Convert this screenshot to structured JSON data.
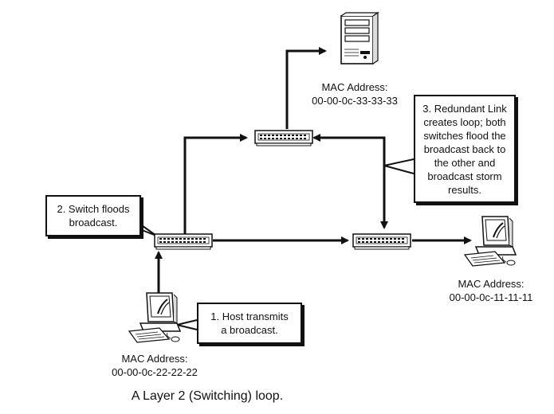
{
  "caption": "A Layer 2 (Switching) loop.",
  "server": {
    "mac_label": "MAC Address:",
    "mac_value": "00-00-0c-33-33-33"
  },
  "host_left": {
    "mac_label": "MAC Address:",
    "mac_value": "00-00-0c-22-22-22"
  },
  "host_right": {
    "mac_label": "MAC Address:",
    "mac_value": "00-00-0c-11-11-11"
  },
  "callouts": {
    "step1": {
      "line1": "1. Host transmits",
      "line2": "a broadcast."
    },
    "step2": {
      "line1": "2. Switch floods",
      "line2": "broadcast."
    },
    "step3": {
      "line1": "3. Redundant Link",
      "line2": "creates loop; both",
      "line3": "switches flood the",
      "line4": "broadcast back to",
      "line5": "the other and",
      "line6": "broadcast storm",
      "line7": "results."
    }
  },
  "icons": [
    "server-icon",
    "switch-icon",
    "workstation-icon"
  ]
}
